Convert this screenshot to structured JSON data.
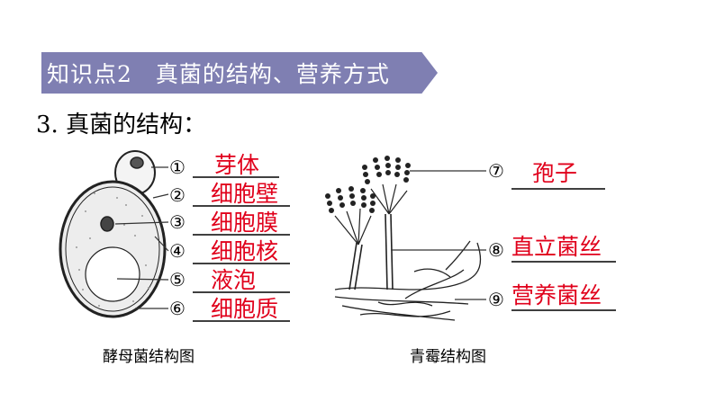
{
  "banner": {
    "label": "知识点2",
    "title": "真菌的结构、营养方式"
  },
  "heading": "3. 真菌的结构：",
  "yeast": {
    "markers": [
      "①",
      "②",
      "③",
      "④",
      "⑤",
      "⑥"
    ],
    "answers": [
      "芽体",
      "细胞壁",
      "细胞膜",
      "细胞核",
      "液泡",
      "细胞质"
    ],
    "caption": "酵母菌结构图"
  },
  "mold": {
    "markers": [
      "⑦",
      "⑧",
      "⑨"
    ],
    "answers": [
      "孢子",
      "直立菌丝",
      "营养菌丝"
    ],
    "caption": "青霉结构图"
  },
  "colors": {
    "banner": "#7f7fb2",
    "answer": "#e0001b"
  }
}
